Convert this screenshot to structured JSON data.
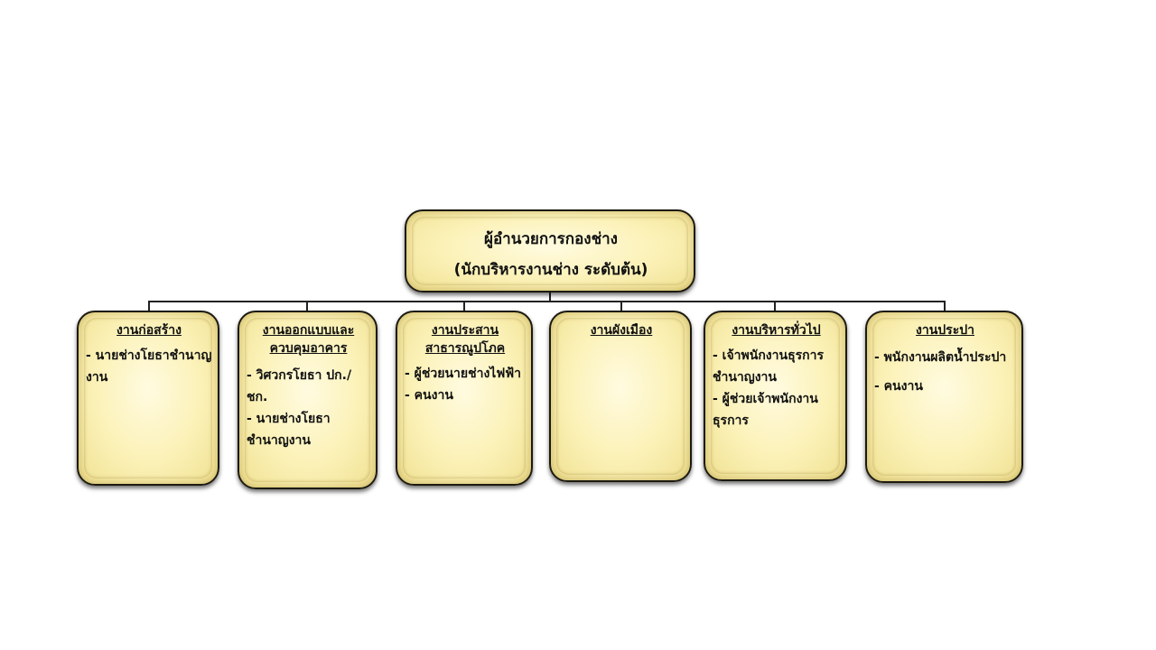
{
  "top": {
    "line1": "ผู้อำนวยการกองช่าง",
    "line2": "(นักบริหารงานช่าง  ระดับต้น)"
  },
  "units": [
    {
      "title": "งานก่อสร้าง",
      "items": [
        "- นายช่างโยธาชำนาญงาน"
      ]
    },
    {
      "title": "งานออกแบบและควบคุมอาคาร",
      "items": [
        "- วิศวกรโยธา ปก./ชก.",
        "- นายช่างโยธาชำนาญงาน"
      ]
    },
    {
      "title": "งานประสานสาธารณูปโภค",
      "items": [
        "- ผู้ช่วยนายช่างไฟฟ้า",
        "- คนงาน"
      ]
    },
    {
      "title": "งานผังเมือง",
      "items": []
    },
    {
      "title": "งานบริหารทั่วไป",
      "items": [
        "- เจ้าพนักงานธุรการชำนาญงาน",
        "- ผู้ช่วยเจ้าพนักงานธุรการ"
      ]
    },
    {
      "title": "งานประปา",
      "items": [
        "- พนักงานผลิตน้ำประปา",
        "- คนงาน"
      ]
    }
  ]
}
